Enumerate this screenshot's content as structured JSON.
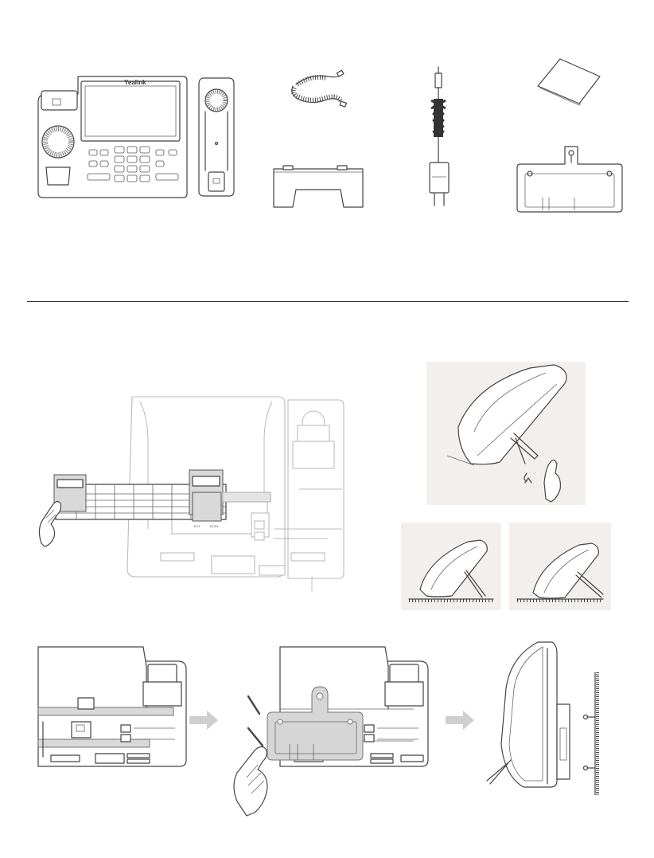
{
  "phone": {
    "brand": "Yealink"
  },
  "port_labels": {
    "ext": "EXT",
    "dc": "DC5V"
  },
  "colors": {
    "line": "#444444",
    "frame_bg": "#f2efec",
    "bracket_gray": "#d9d9d9",
    "divider": "#333333"
  }
}
